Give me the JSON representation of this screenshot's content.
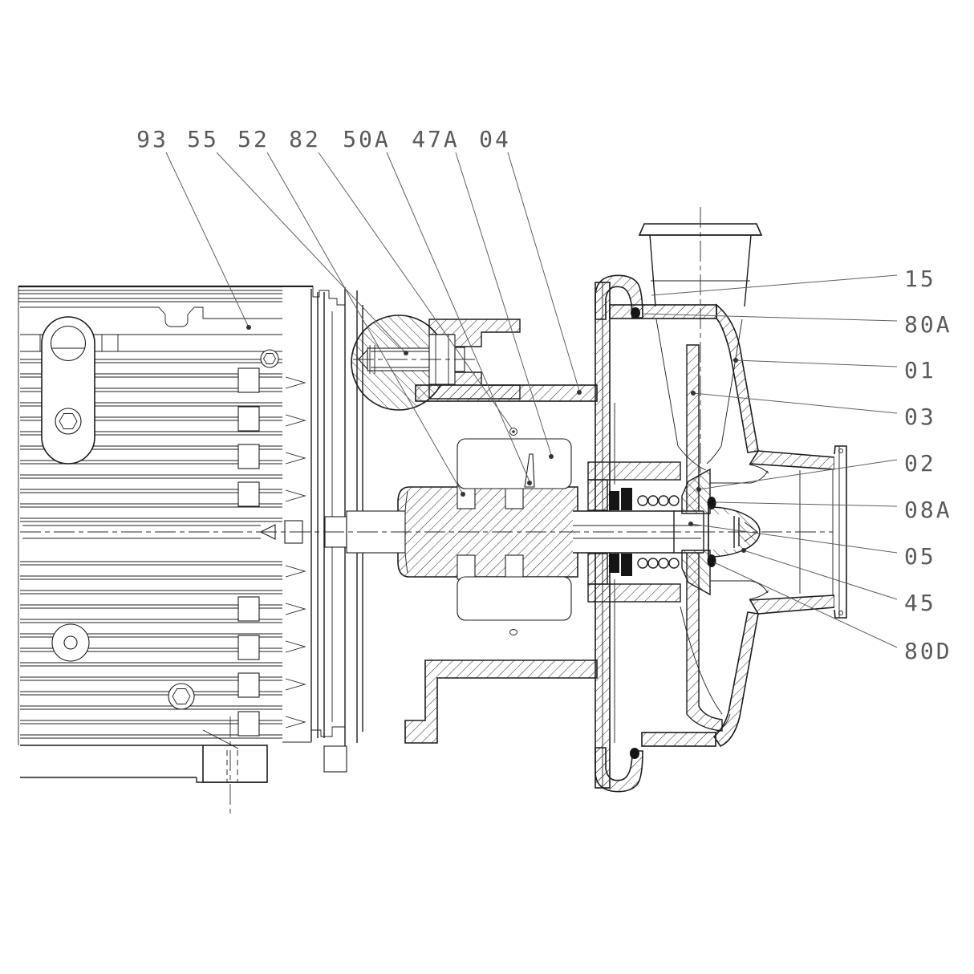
{
  "drawing": {
    "kind": "pump-motor-sectional-drawing",
    "colors": {
      "line": "#1c1c1c",
      "label": "#5a5a5a",
      "background": "#ffffff",
      "gasket_fill": "#151515"
    }
  },
  "callouts": {
    "top": [
      {
        "label": "93"
      },
      {
        "label": "55"
      },
      {
        "label": "52"
      },
      {
        "label": "82"
      },
      {
        "label": "50A"
      },
      {
        "label": "47A"
      },
      {
        "label": "04"
      }
    ],
    "right": [
      {
        "label": "15"
      },
      {
        "label": "80A"
      },
      {
        "label": "01"
      },
      {
        "label": "03"
      },
      {
        "label": "02"
      },
      {
        "label": "08A"
      },
      {
        "label": "05"
      },
      {
        "label": "45"
      },
      {
        "label": "80D"
      }
    ]
  }
}
